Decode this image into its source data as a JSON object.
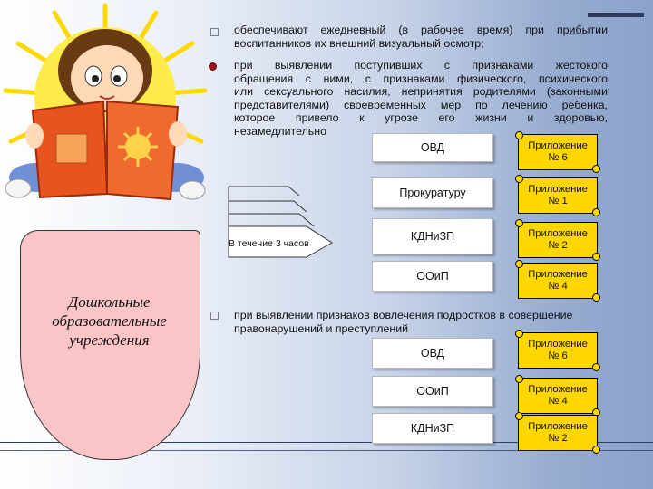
{
  "colors": {
    "accent_bullet": "#a30f1e",
    "scroll_fill": "#ffd700",
    "blob_fill": "#fbc5c8"
  },
  "illustration": {
    "icon": "child-reading-book-illustration"
  },
  "section1": {
    "item1": "обеспечивают ежедневный (в рабочее время) при прибытии воспитанников их внешний визуальный осмотр;",
    "item2_lines": [
      "при выявлении поступивших с признаками жестокого",
      "обращения с ними, с признаками физического, психического",
      "или сексуального насилия, непринятия родителями (законными",
      "представителями) своевременных мер по лечению ребенка,",
      "которое привело к угрозе его жизни и здоровью,",
      "незамедлительно"
    ]
  },
  "arrow_label": "В течение 3 часов",
  "blob_text": "Дошкольные образовательные учреждения",
  "group1": [
    {
      "org": "ОВД",
      "app_title": "Приложение",
      "app_num": "№ 6"
    },
    {
      "org": "Прокуратуру",
      "app_title": "Приложение",
      "app_num": "№ 1"
    },
    {
      "org": "КДНиЗП",
      "app_title": "Приложение",
      "app_num": "№ 2"
    },
    {
      "org": "ООиП",
      "app_title": "Приложение",
      "app_num": "№ 4"
    }
  ],
  "section2": {
    "text": "при выявлении признаков вовлечения подростков в совершение правонарушений и преступлений"
  },
  "group2": [
    {
      "org": "ОВД",
      "app_title": "Приложение",
      "app_num": "№ 6"
    },
    {
      "org": "ООиП",
      "app_title": "Приложение",
      "app_num": "№ 4"
    },
    {
      "org": "КДНиЗП",
      "app_title": "Приложение",
      "app_num": "№ 2"
    }
  ]
}
